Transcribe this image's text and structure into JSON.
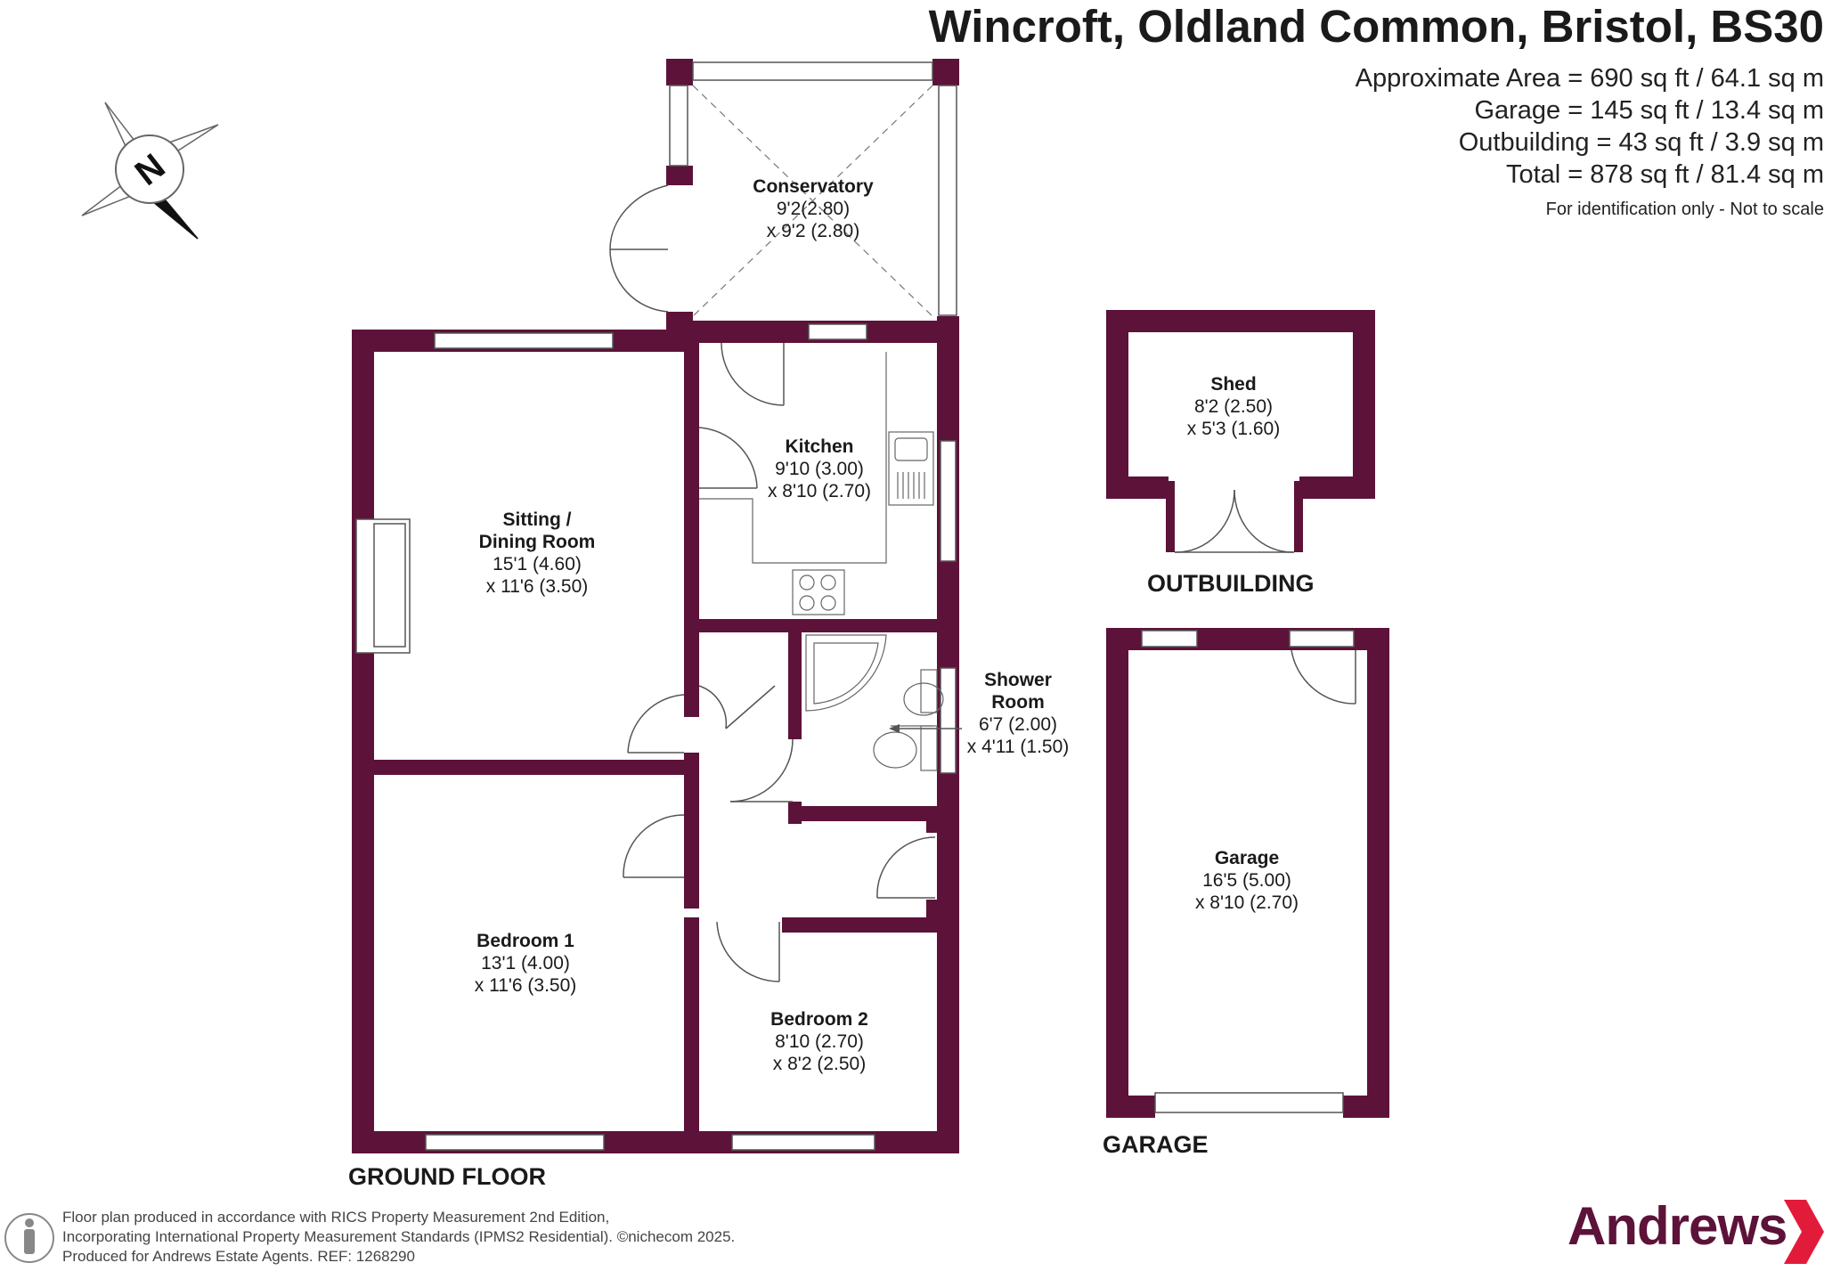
{
  "header": {
    "title": "Wincroft, Oldland Common, Bristol, BS30",
    "areas": [
      "Approximate Area = 690 sq ft / 64.1 sq m",
      "Garage = 145 sq ft / 13.4 sq m",
      "Outbuilding = 43 sq ft / 3.9 sq m",
      "Total = 878 sq ft / 81.4 sq m"
    ],
    "disclaimer": "For identification only - Not to scale"
  },
  "compass": {
    "label": "N",
    "icon": "north-compass-icon"
  },
  "rooms": {
    "conservatory": {
      "name": "Conservatory",
      "dim1": "9'2(2.80)",
      "dim2": "x 9'2 (2.80)"
    },
    "kitchen": {
      "name": "Kitchen",
      "dim1": "9'10 (3.00)",
      "dim2": "x 8'10 (2.70)"
    },
    "sitting": {
      "name1": "Sitting /",
      "name2": "Dining Room",
      "dim1": "15'1 (4.60)",
      "dim2": "x 11'6 (3.50)"
    },
    "shower": {
      "name1": "Shower",
      "name2": "Room",
      "dim1": "6'7 (2.00)",
      "dim2": "x 4'11 (1.50)"
    },
    "bedroom1": {
      "name": "Bedroom 1",
      "dim1": "13'1 (4.00)",
      "dim2": "x 11'6 (3.50)"
    },
    "bedroom2": {
      "name": "Bedroom 2",
      "dim1": "8'10 (2.70)",
      "dim2": "x 8'2 (2.50)"
    },
    "shed": {
      "name": "Shed",
      "dim1": "8'2 (2.50)",
      "dim2": "x 5'3 (1.60)"
    },
    "garage": {
      "name": "Garage",
      "dim1": "16'5 (5.00)",
      "dim2": "x 8'10 (2.70)"
    }
  },
  "sections": {
    "ground_floor": "GROUND FLOOR",
    "outbuilding": "OUTBUILDING",
    "garage": "GARAGE"
  },
  "footer": {
    "line1": "Floor plan produced in accordance with RICS Property Measurement 2nd Edition,",
    "line2": "Incorporating International Property Measurement Standards (IPMS2 Residential).   ©nichecom 2025.",
    "line3": "Produced for Andrews Estate Agents.    REF: 1268290"
  },
  "brand": {
    "name": "Andrews",
    "color": "#5d1239"
  },
  "colors": {
    "wall": "#5d1239",
    "line": "#555555"
  }
}
